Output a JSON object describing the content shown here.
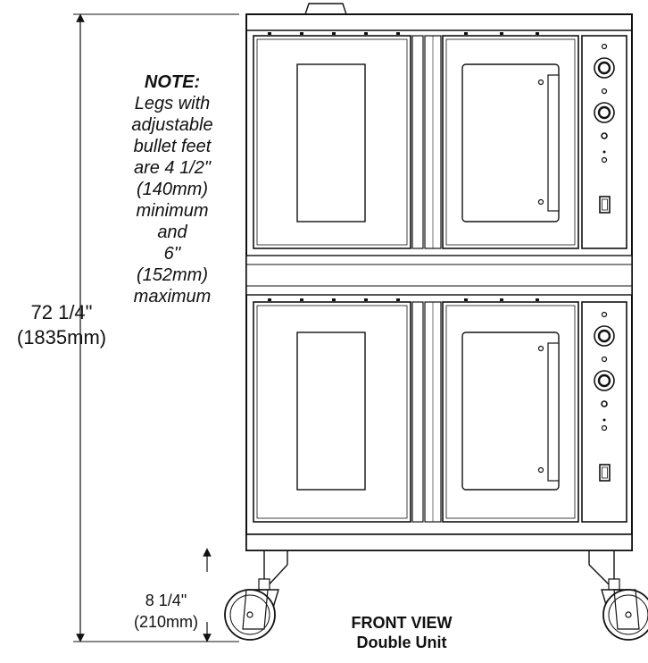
{
  "note": {
    "title": "NOTE:",
    "lines": [
      "Legs with",
      "adjustable",
      "bullet feet",
      "are 4 1/2\"",
      "(140mm)",
      "minimum",
      "and",
      "6''",
      "(152mm)",
      "maximum"
    ]
  },
  "dimensions": {
    "overall_height": "72 1/4\"",
    "overall_height_metric": "(1835mm)",
    "leg_height": "8 1/4\"",
    "leg_height_metric": "(210mm)"
  },
  "view": {
    "title": "FRONT VIEW",
    "subtitle": "Double Unit"
  }
}
